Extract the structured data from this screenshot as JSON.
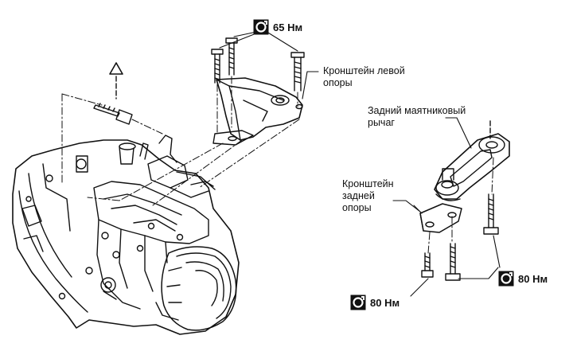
{
  "labels": {
    "left_bracket": [
      "Кронштейн левой",
      "опоры"
    ],
    "rear_arm": [
      "Задний маятниковый",
      "рычаг"
    ],
    "rear_bracket": [
      "Кронштейн",
      "задней",
      "опоры"
    ]
  },
  "torque": {
    "top": "65 Нм",
    "right": "80 Нм",
    "bottom": "80 Нм"
  },
  "icons": {
    "torque": "torque-wrench-icon",
    "warning": "warning-triangle-icon"
  },
  "colors": {
    "ink": "#111111",
    "background": "#ffffff"
  }
}
